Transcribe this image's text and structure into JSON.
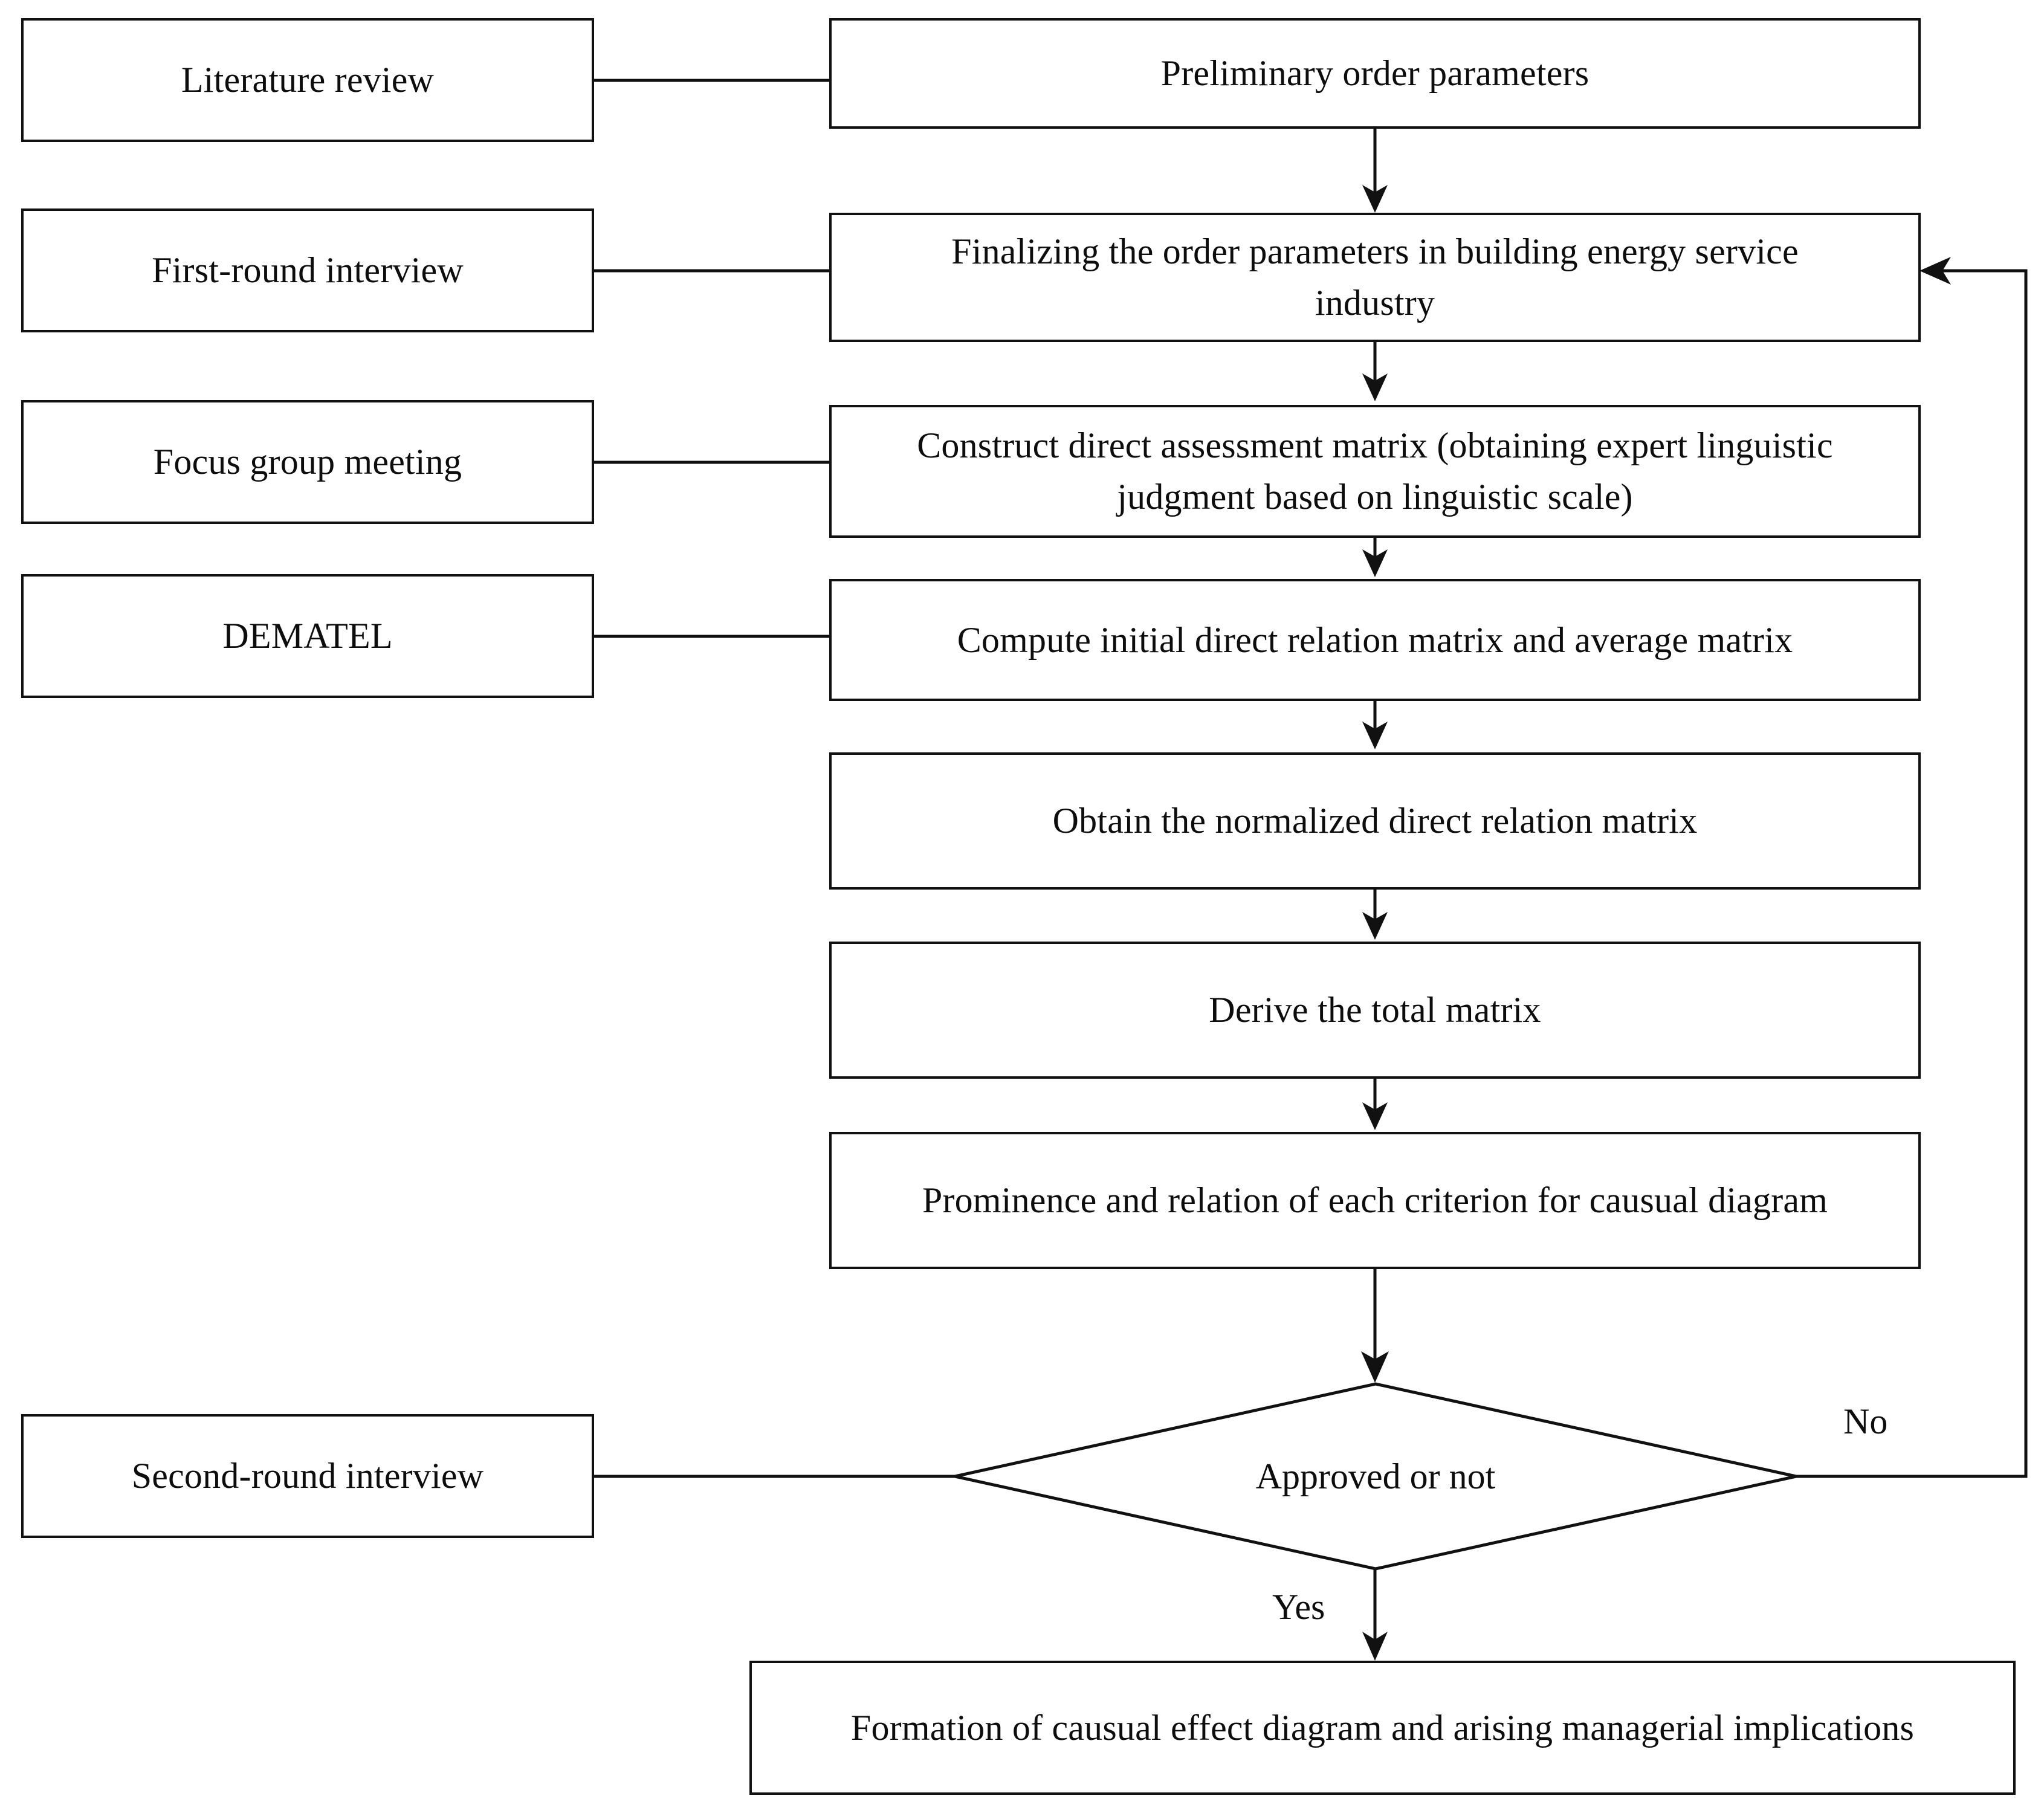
{
  "diagram": {
    "title": "Research framework flowchart",
    "stroke_color": "#111111",
    "background_color": "#ffffff",
    "text_color": "#0d0d0d"
  },
  "inputs": [
    {
      "id": "literature-review",
      "label": "Literature review"
    },
    {
      "id": "first-round-interview",
      "label": "First-round interview"
    },
    {
      "id": "focus-group-meeting",
      "label": "Focus group meeting"
    },
    {
      "id": "dematel",
      "label": "DEMATEL"
    },
    {
      "id": "second-round-interview",
      "label": "Second-round interview"
    }
  ],
  "process": [
    {
      "id": "preliminary-order-parameters",
      "label": "Preliminary order parameters"
    },
    {
      "id": "finalizing-order-parameters",
      "line1": "Finalizing the order parameters in building energy service",
      "line2": "industry"
    },
    {
      "id": "construct-direct-assessment-matrix",
      "line1": "Construct direct assessment matrix (obtaining expert linguistic",
      "line2": "judgment based on linguistic scale)"
    },
    {
      "id": "compute-initial-direct-relation-matrix",
      "label": "Compute initial direct relation matrix and average matrix"
    },
    {
      "id": "obtain-normalized-direct-relation-matrix",
      "label": "Obtain the normalized direct relation matrix"
    },
    {
      "id": "derive-total-matrix",
      "label": "Derive the total matrix"
    },
    {
      "id": "prominence-and-relation",
      "label": "Prominence and relation of each criterion for causual diagram"
    }
  ],
  "decision": {
    "id": "approved-or-not",
    "label": "Approved or not",
    "yes_label": "Yes",
    "no_label": "No"
  },
  "outcome": {
    "id": "formation-of-causual-effect-diagram",
    "label": "Formation of causual effect diagram and arising managerial implications"
  }
}
